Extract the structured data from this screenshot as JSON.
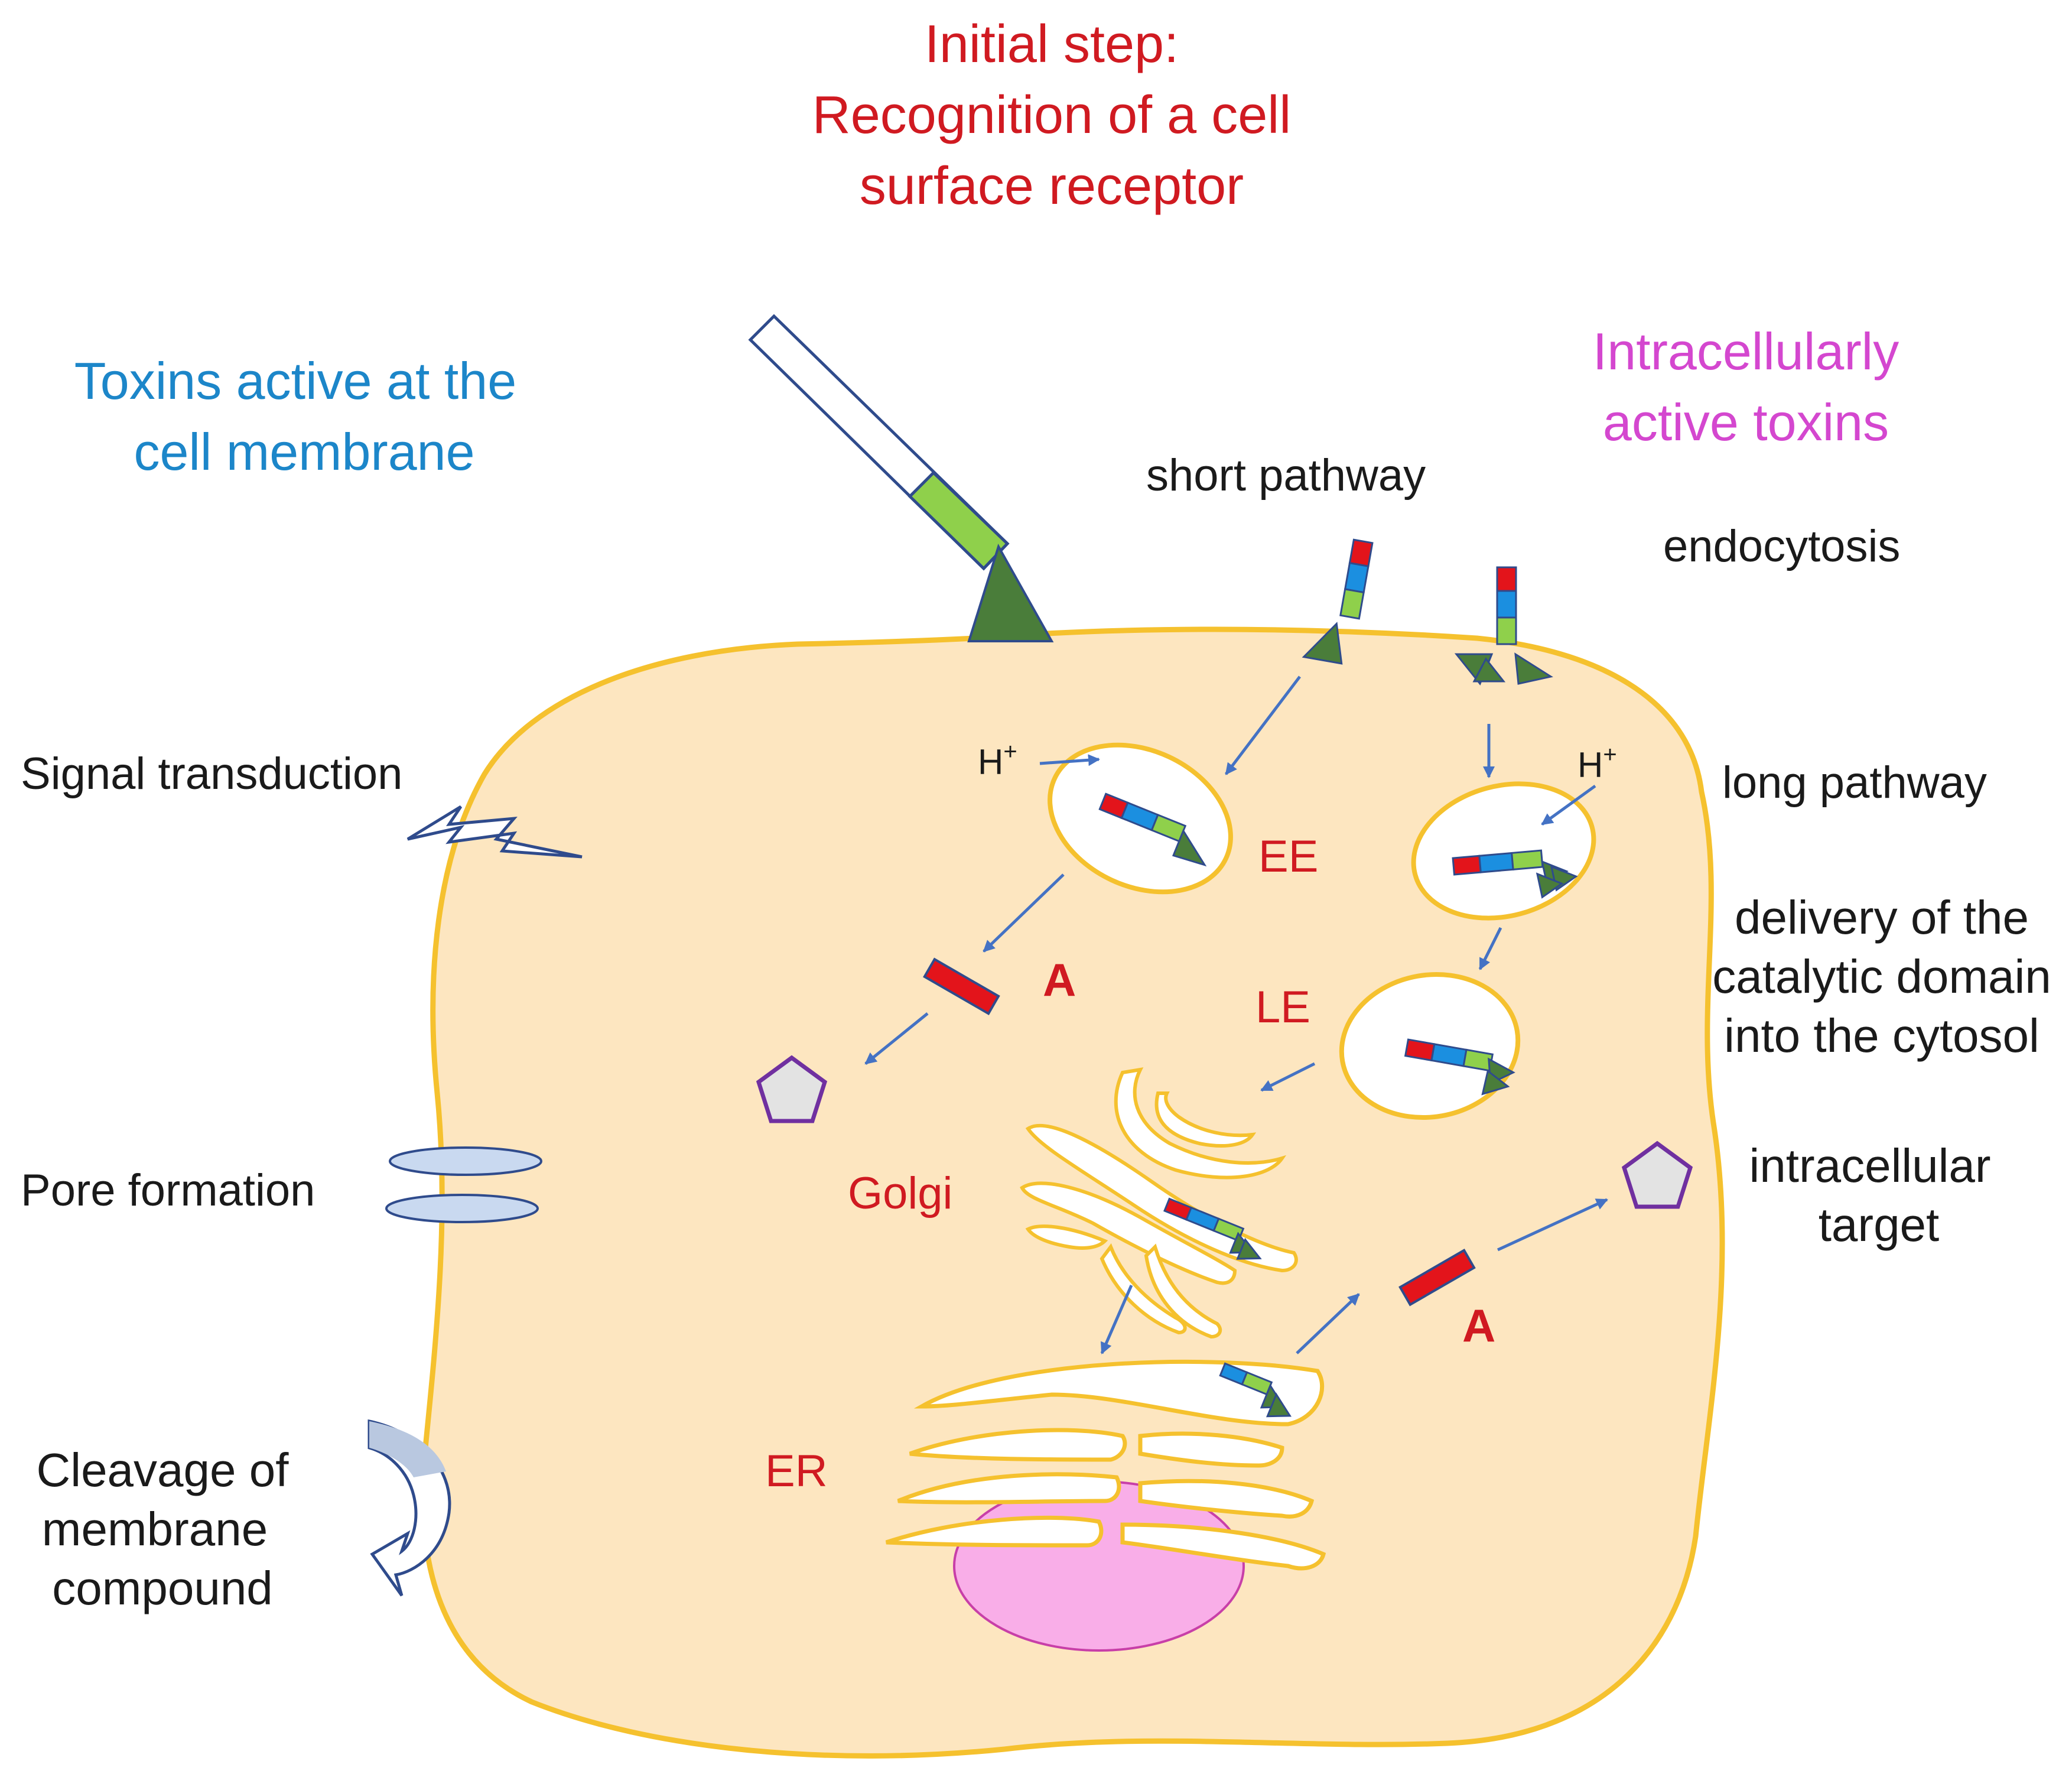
{
  "title": {
    "line1": "Initial step:",
    "line2": "Recognition of a cell",
    "line3": "surface receptor"
  },
  "membrane_toxins": {
    "line1": "Toxins active at the",
    "line2": "cell membrane"
  },
  "intracellular_toxins": {
    "line1": "Intracellularly",
    "line2": "active toxins"
  },
  "labels": {
    "short_pathway": "short pathway",
    "endocytosis": "endocytosis",
    "long_pathway": "long pathway",
    "signal_transduction": "Signal transduction",
    "pore_formation": "Pore formation",
    "cleavage_1": "Cleavage of",
    "cleavage_2": "membrane",
    "cleavage_3": "compound",
    "delivery_1": "delivery of the",
    "delivery_2": "catalytic domain",
    "delivery_3": "into the cytosol",
    "target_1": "intracellular",
    "target_2": "target",
    "ee": "EE",
    "le": "LE",
    "golgi": "Golgi",
    "er": "ER",
    "a_left": "A",
    "a_right": "A",
    "h_plus": "H",
    "h_plus_sup": "+"
  },
  "colors": {
    "cell_fill": "#fde6c0",
    "cell_outline": "#f5c12e",
    "red_text": "#d01a21",
    "blue_text": "#1c86c9",
    "magenta_text": "#d447cf",
    "toxin_red": "#e3141b",
    "toxin_blue": "#1b8fe0",
    "toxin_green": "#8fd04b",
    "receptor_green": "#4a7d3a",
    "arrow_blue": "#4472c4",
    "pentagon_purple": "#7030a0",
    "nucleus_pink": "#f9aee8"
  }
}
